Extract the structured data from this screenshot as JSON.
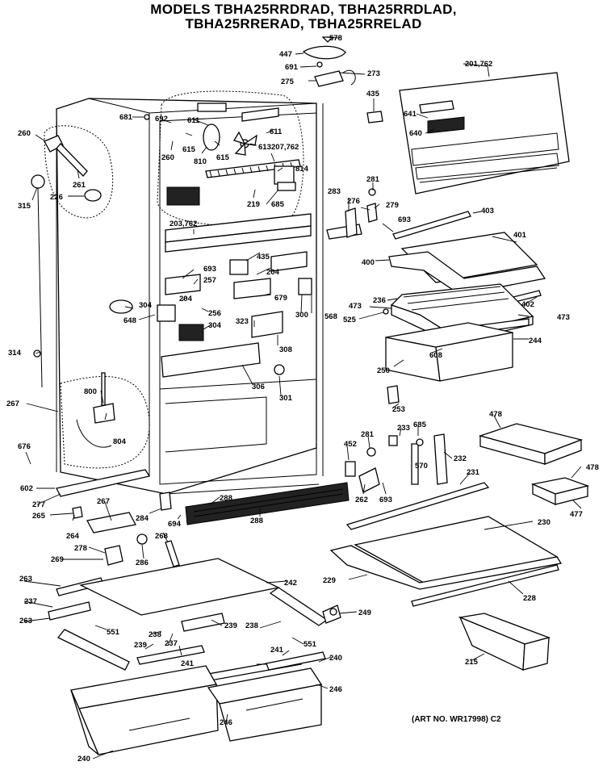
{
  "header": {
    "line1": "MODELS TBHA25RRDRAD, TBHA25RRDLAD,",
    "line2": "TBHA25RRERAD, TBHA25RRELAD"
  },
  "footer": {
    "art_no": "(ART NO. WR17998) C2"
  },
  "part_labels": [
    {
      "id": "p578",
      "text": "578"
    },
    {
      "id": "p447",
      "text": "447"
    },
    {
      "id": "p691",
      "text": "691"
    },
    {
      "id": "p273",
      "text": "273"
    },
    {
      "id": "p275",
      "text": "275"
    },
    {
      "id": "p201",
      "text": "201,762"
    },
    {
      "id": "p435a",
      "text": "435"
    },
    {
      "id": "p641",
      "text": "641"
    },
    {
      "id": "p640",
      "text": "640"
    },
    {
      "id": "p681",
      "text": "681"
    },
    {
      "id": "p692",
      "text": "692"
    },
    {
      "id": "p611a",
      "text": "611"
    },
    {
      "id": "p611b",
      "text": "611"
    },
    {
      "id": "p260a",
      "text": "260"
    },
    {
      "id": "p260b",
      "text": "260"
    },
    {
      "id": "p615a",
      "text": "615"
    },
    {
      "id": "p615b",
      "text": "615"
    },
    {
      "id": "p810",
      "text": "810"
    },
    {
      "id": "p613",
      "text": "613"
    },
    {
      "id": "p207",
      "text": "207,762"
    },
    {
      "id": "p261",
      "text": "261"
    },
    {
      "id": "p814",
      "text": "814"
    },
    {
      "id": "p315",
      "text": "315"
    },
    {
      "id": "p226",
      "text": "226"
    },
    {
      "id": "p219",
      "text": "219"
    },
    {
      "id": "p685a",
      "text": "685"
    },
    {
      "id": "p281a",
      "text": "281"
    },
    {
      "id": "p283",
      "text": "283"
    },
    {
      "id": "p276",
      "text": "276"
    },
    {
      "id": "p279",
      "text": "279"
    },
    {
      "id": "p693a",
      "text": "693"
    },
    {
      "id": "p403",
      "text": "403"
    },
    {
      "id": "p203",
      "text": "203,762"
    },
    {
      "id": "p401",
      "text": "401"
    },
    {
      "id": "p435b",
      "text": "435"
    },
    {
      "id": "p693b",
      "text": "693"
    },
    {
      "id": "p204a",
      "text": "204"
    },
    {
      "id": "p400",
      "text": "400"
    },
    {
      "id": "p257",
      "text": "257"
    },
    {
      "id": "p204b",
      "text": "204"
    },
    {
      "id": "p679",
      "text": "679"
    },
    {
      "id": "p304a",
      "text": "304"
    },
    {
      "id": "p256",
      "text": "256"
    },
    {
      "id": "p300",
      "text": "300"
    },
    {
      "id": "p236",
      "text": "236"
    },
    {
      "id": "p402",
      "text": "402"
    },
    {
      "id": "p473a",
      "text": "473"
    },
    {
      "id": "p473b",
      "text": "473"
    },
    {
      "id": "p568",
      "text": "568"
    },
    {
      "id": "p525",
      "text": "525"
    },
    {
      "id": "p648",
      "text": "648"
    },
    {
      "id": "p323",
      "text": "323"
    },
    {
      "id": "p304b",
      "text": "304"
    },
    {
      "id": "p308a",
      "text": "308"
    },
    {
      "id": "p244",
      "text": "244"
    },
    {
      "id": "p314",
      "text": "314"
    },
    {
      "id": "p608",
      "text": "608"
    },
    {
      "id": "p250",
      "text": "250"
    },
    {
      "id": "p306",
      "text": "306"
    },
    {
      "id": "p301",
      "text": "301"
    },
    {
      "id": "p267a",
      "text": "267"
    },
    {
      "id": "p800",
      "text": "800"
    },
    {
      "id": "p253",
      "text": "253"
    },
    {
      "id": "p804",
      "text": "804"
    },
    {
      "id": "p478a",
      "text": "478"
    },
    {
      "id": "p281b",
      "text": "281"
    },
    {
      "id": "p233",
      "text": "233"
    },
    {
      "id": "p685b",
      "text": "685"
    },
    {
      "id": "p676",
      "text": "676"
    },
    {
      "id": "p452",
      "text": "452"
    },
    {
      "id": "p232",
      "text": "232"
    },
    {
      "id": "p570",
      "text": "570"
    },
    {
      "id": "p231",
      "text": "231"
    },
    {
      "id": "p478b",
      "text": "478"
    },
    {
      "id": "p602",
      "text": "602"
    },
    {
      "id": "p262",
      "text": "262"
    },
    {
      "id": "p693c",
      "text": "693"
    },
    {
      "id": "p477",
      "text": "477"
    },
    {
      "id": "p277",
      "text": "277"
    },
    {
      "id": "p288a",
      "text": "288"
    },
    {
      "id": "p267b",
      "text": "267"
    },
    {
      "id": "p284",
      "text": "284"
    },
    {
      "id": "p694",
      "text": "694"
    },
    {
      "id": "p288b",
      "text": "288"
    },
    {
      "id": "p230",
      "text": "230"
    },
    {
      "id": "p265",
      "text": "265"
    },
    {
      "id": "p264",
      "text": "264"
    },
    {
      "id": "p268",
      "text": "268"
    },
    {
      "id": "p278",
      "text": "278"
    },
    {
      "id": "p286",
      "text": "286"
    },
    {
      "id": "p269",
      "text": "269"
    },
    {
      "id": "p229",
      "text": "229"
    },
    {
      "id": "p263a",
      "text": "263"
    },
    {
      "id": "p242",
      "text": "242"
    },
    {
      "id": "p228",
      "text": "228"
    },
    {
      "id": "p237a",
      "text": "237"
    },
    {
      "id": "p249",
      "text": "249"
    },
    {
      "id": "p263b",
      "text": "263"
    },
    {
      "id": "p551a",
      "text": "551"
    },
    {
      "id": "p238a",
      "text": "238"
    },
    {
      "id": "p239a",
      "text": "239"
    },
    {
      "id": "p238b",
      "text": "238"
    },
    {
      "id": "p239b",
      "text": "239"
    },
    {
      "id": "p237b",
      "text": "237"
    },
    {
      "id": "p551b",
      "text": "551"
    },
    {
      "id": "p241a",
      "text": "241"
    },
    {
      "id": "p240a",
      "text": "240"
    },
    {
      "id": "p215",
      "text": "215"
    },
    {
      "id": "p241b",
      "text": "241"
    },
    {
      "id": "p246a",
      "text": "246"
    },
    {
      "id": "p246b",
      "text": "246"
    },
    {
      "id": "p240b",
      "text": "240"
    }
  ]
}
